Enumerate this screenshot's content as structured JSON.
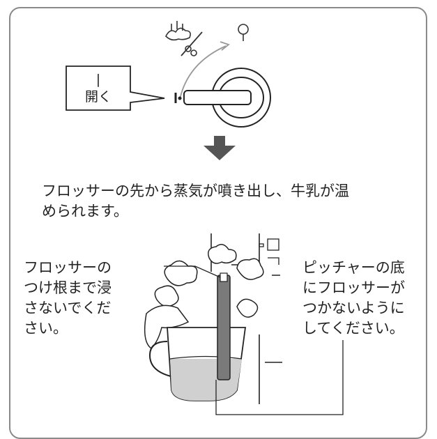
{
  "dial_callout": {
    "mark": "|",
    "label": "開く"
  },
  "instruction": {
    "line1": "フロッサーの先から蒸気が噴き出し、牛乳が温",
    "line2": "められます。"
  },
  "note_left": {
    "lines": [
      "フロッサーの",
      "つけ根まで浸",
      "さないでくだ",
      "さい。"
    ]
  },
  "note_right": {
    "lines": [
      "ピッチャーの底",
      "にフロッサーが",
      "つかないように",
      "してください。"
    ]
  },
  "icons": {
    "steam": "steam-icon",
    "off": "off-circle-icon",
    "arrow": "down-arrow-icon",
    "cup": "cup-icon"
  },
  "colors": {
    "line": "#222222",
    "frame": "#8a8a8a",
    "arrow": "#555555",
    "milk": "#d0d0d0",
    "nozzle": "#7a7a7a"
  }
}
